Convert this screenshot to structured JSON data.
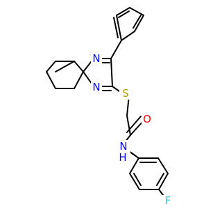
{
  "molecule": {
    "atoms": [
      {
        "symbol": "N",
        "color": "#0000ff"
      },
      {
        "symbol": "N",
        "color": "#0000ff"
      },
      {
        "symbol": "S",
        "color": "#b39b00"
      },
      {
        "symbol": "O",
        "color": "#ff0000"
      },
      {
        "symbol": "N",
        "color": "#0000ff"
      },
      {
        "symbol": "H",
        "color": "#0000ff"
      },
      {
        "symbol": "F",
        "color": "#33cccc"
      }
    ]
  }
}
